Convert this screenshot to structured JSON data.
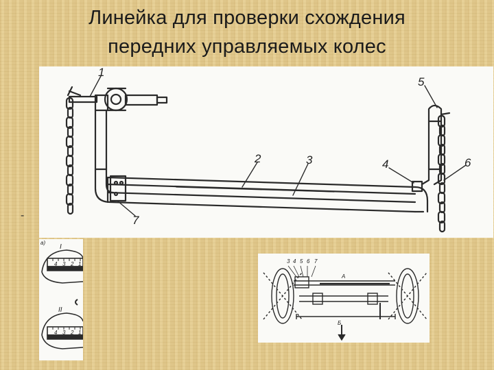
{
  "slide": {
    "title_line1": "Линейка для проверки схождения",
    "title_line2": "передних управляемых колес",
    "bullet_mark": "-"
  },
  "main_figure": {
    "callouts": [
      "1",
      "2",
      "3",
      "4",
      "5",
      "6",
      "7"
    ]
  },
  "gauge_figure": {
    "panel_letter": "a)",
    "gauge_I_label": "I",
    "gauge_II_label": "II",
    "scale_I": [
      "4",
      "3",
      "2",
      "1"
    ],
    "scale_II": [
      "4",
      "3",
      "2",
      "1"
    ]
  },
  "axle_figure": {
    "callouts": [
      "3",
      "4",
      "5",
      "6",
      "7"
    ],
    "dim_A": "A",
    "dim_B": "Б"
  },
  "colors": {
    "background": "#e2c98c",
    "panel": "#fafaf7",
    "ink": "#2a2a2a"
  }
}
